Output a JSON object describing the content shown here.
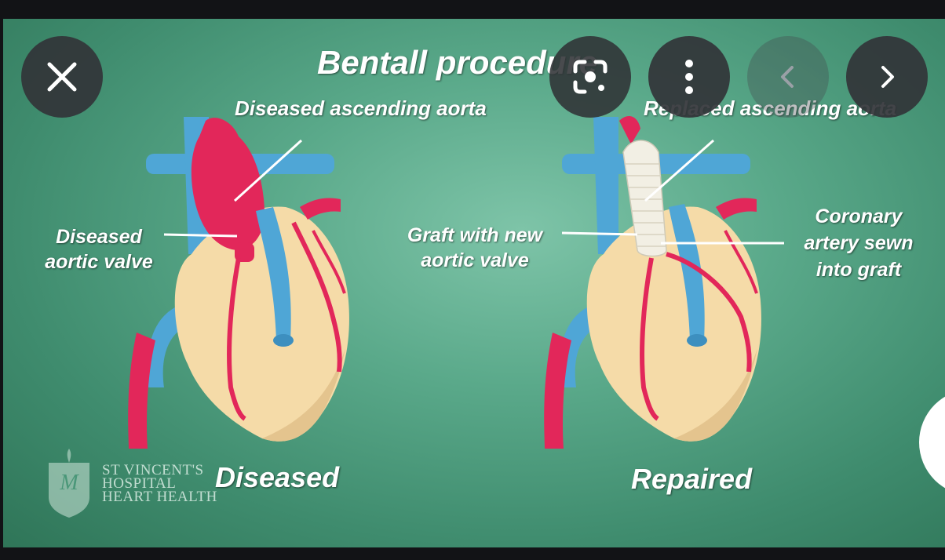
{
  "image": {
    "title": "Bentall procedure",
    "labels": {
      "diseased_aorta": "Diseased ascending aorta",
      "replaced_aorta": "Replaced ascending aorta",
      "diseased_valve": [
        "Diseased",
        "aortic valve"
      ],
      "graft_valve": [
        "Graft with new",
        "aortic valve"
      ],
      "coronary": [
        "Coronary",
        "artery sewn",
        "into graft"
      ],
      "caption_left": "Diseased",
      "caption_right": "Repaired"
    },
    "logo": [
      "ST VINCENT'S",
      "HOSPITAL",
      "HEART HEALTH"
    ]
  },
  "controls": {
    "close": "close-icon",
    "lens": "google-lens-icon",
    "more": "more-vert-icon",
    "prev": "chevron-left-icon",
    "next": "chevron-right-icon"
  },
  "colors": {
    "background": "#121316",
    "board": "#5aa98a",
    "artery": "#e2275a",
    "vein": "#4fa6d6",
    "heart": "#f5dba8"
  }
}
